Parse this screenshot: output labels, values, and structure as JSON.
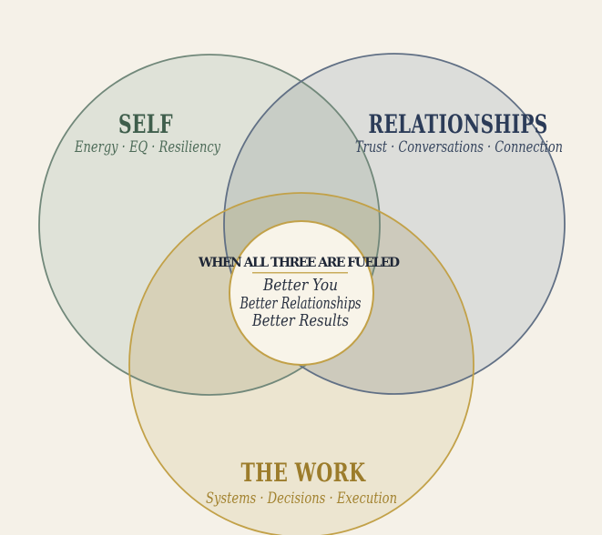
{
  "diagram": {
    "type": "venn",
    "background": "#f5f1e8",
    "circles": [
      {
        "id": "self",
        "label": "SELF",
        "subtitle": "Energy · EQ · Resiliency",
        "fill": "#dfe2d8",
        "stroke": "#71887a",
        "label_color": "#3f5e4c",
        "subtitle_color": "#4d6b58"
      },
      {
        "id": "relationships",
        "label": "RELATIONSHIPS",
        "subtitle": "Trust · Conversations · Connection",
        "fill": "#dcddda",
        "stroke": "#617085",
        "label_color": "#2b3b58",
        "subtitle_color": "#36455e"
      },
      {
        "id": "work",
        "label": "THE WORK",
        "subtitle": "Systems · Decisions · Execution",
        "fill": "#ece5d0",
        "stroke": "#c2a148",
        "label_color": "#9c7c2b",
        "subtitle_color": "#a2822f"
      }
    ],
    "overlaps": {
      "self_relationships": "#c8cdc6",
      "self_work": "#d7d1b8",
      "relationships_work": "#cdcabc",
      "all_three": "#bfc0ab"
    },
    "center": {
      "heading": "WHEN ALL THREE ARE FUELED",
      "heading_color": "#1f2737",
      "divider_color": "#c9ac5b",
      "lines": [
        "Better You",
        "Better Relationships",
        "Better Results"
      ],
      "line_color": "#272f3f",
      "fill": "#f8f4e9",
      "stroke": "#c2a148"
    }
  }
}
